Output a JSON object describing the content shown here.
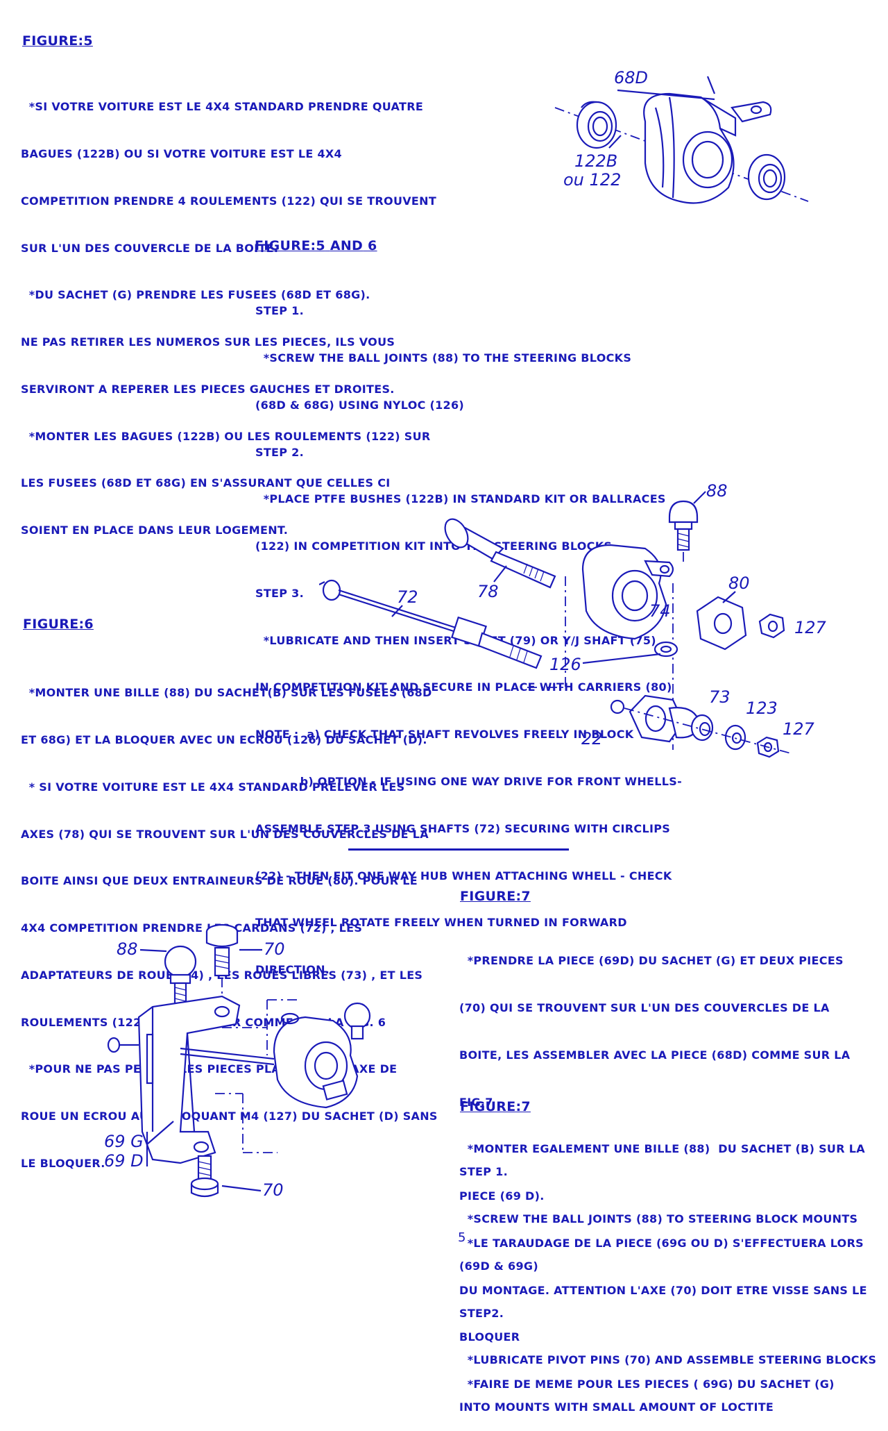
{
  "figure5_heading": "FIGURE:5",
  "figure5_french": [
    "  *SI VOTRE VOITURE EST LE 4X4 STANDARD PRENDRE QUATRE",
    "BAGUES (122B) OU SI VOTRE VOITURE EST LE 4X4",
    "COMPETITION PRENDRE 4 ROULEMENTS (122) QUI SE TROUVENT",
    "SUR L'UN DES COUVERCLE DE LA BOITE.",
    "  *DU SACHET (G) PRENDRE LES FUSEES (68D ET 68G).",
    "NE PAS RETIRER LES NUMEROS SUR LES PIECES, ILS VOUS",
    "SERVIRONT A REPERER LES PIECES GAUCHES ET DROITES.",
    "  *MONTER LES BAGUES (122B) OU LES ROULEMENTS (122) SUR",
    "LES FUSEES (68D ET 68G) EN S'ASSURANT QUE CELLES CI",
    "SOIENT EN PLACE DANS LEUR LOGEMENT."
  ],
  "figure5_callouts": {
    "part_68d": "68D",
    "part_122b": "122B",
    "part_ou122": "ou 122"
  },
  "figure56_heading": {
    "prefix": "FIGURE:5",
    "middle": "AND",
    "suffix": "6"
  },
  "figure56_steps": [
    "STEP 1.",
    "  *SCREW THE BALL JOINTS (88) TO THE STEERING BLOCKS",
    "(68D & 68G) USING NYLOC (126)",
    "STEP 2.",
    "  *PLACE PTFE BUSHES (122B) IN STANDARD KIT OR BALLRACES",
    "(122) IN COMPETITION KIT INTO THE STEERING BLOCKS",
    "STEP 3.",
    "  *LUBRICATE AND THEN INSERT SHAFT (79) OR Y/J SHAFT (75)",
    "IN COMPETITION KIT AND SECURE IN PLACE WITH CARRIERS (80)",
    "NOTE :  a) CHECK THAT SHAFT REVOLVES FREELY IN BLOCK",
    "           b) OPTION - IF USING ONE WAY DRIVE FOR FRONT WHELLS-",
    "ASSEMBLE STEP 3 USING SHAFTS (72) SECURING WITH CIRCLIPS",
    "(22) - THEN FIT ONE WAY HUB WHEN ATTACHING WHELL - CHECK",
    "THAT WHEEL ROTATE FREELY WHEN TURNED IN FORWARD",
    "DIRECTION."
  ],
  "figure6_callouts": {
    "part_88": "88",
    "part_78": "78",
    "part_72": "72",
    "part_80": "80",
    "part_127a": "127",
    "part_126": "126",
    "part_74": "74",
    "part_22": "22",
    "part_73": "73",
    "part_123": "123",
    "part_127b": "127"
  },
  "figure6_heading": "FIGURE:6",
  "figure6_french": [
    "  *MONTER UNE BILLE (88) DU SACHET(B) SUR LES FUSEES (68D",
    "ET 68G) ET LA BLOQUER AVEC UN ECROU (126) DU SACHET (D).",
    "  * SI VOTRE VOITURE EST LE 4X4 STANDARD PRELEVER LES",
    "AXES (78) QUI SE TROUVENT SUR L'UN DES COUVERCLES DE LA",
    "BOITE AINSI QUE DEUX ENTRAINEURS DE ROUE (80). POUR LE",
    "4X4 COMPETITION PRENDRE LES CARDANS (72) , LES",
    "ADAPTATEURS DE ROUE (74) , LES ROUES LIBRES (73) , ET LES",
    "ROULEMENTS (122) , LES MONTER COMME SUR LA FIG. 6",
    "  *POUR NE PAS PERDRE LES PIECES PLACER SUR L'AXE DE",
    "ROUE UN ECROU AUTOBLOQUANT M4 (127) DU SACHET (D) SANS",
    "LE BLOQUER."
  ],
  "figure7_callouts": {
    "part_88": "88",
    "part_70a": "70",
    "part_69g": "69 G",
    "part_69d": "69 D",
    "part_70b": "70"
  },
  "figure7_heading_fr": "FIGURE:7",
  "figure7_french": [
    "  *PRENDRE LA PIECE (69D) DU SACHET (G) ET DEUX PIECES",
    "(70) QUI SE TROUVENT SUR L'UN DES COUVERCLES DE LA",
    "BOITE, LES ASSEMBLER AVEC LA PIECE (68D) COMME SUR LA",
    "FIG.7",
    "  *MONTER EGALEMENT UNE BILLE (88)  DU SACHET (B) SUR LA",
    "PIECE (69 D).",
    "  *LE TARAUDAGE DE LA PIECE (69G OU D) S'EFFECTUERA LORS",
    "DU MONTAGE. ATTENTION L'AXE (70) DOIT ETRE VISSE SANS LE",
    "BLOQUER",
    "  *FAIRE DE MEME POUR LES PIECES ( 69G) DU SACHET (G)"
  ],
  "figure7_heading_en": "FIGURE:7",
  "figure7_steps": [
    "STEP 1.",
    "  *SCREW THE BALL JOINTS (88) TO STEERING BLOCK MOUNTS",
    "(69D & 69G)",
    "STEP2.",
    "  *LUBRICATE PIVOT PINS (70) AND ASSEMBLE STEERING BLOCKS",
    "INTO MOUNTS WITH SMALL AMOUNT OF LOCTITE"
  ],
  "page_number": "5",
  "ink_color": "#1a1ab8"
}
